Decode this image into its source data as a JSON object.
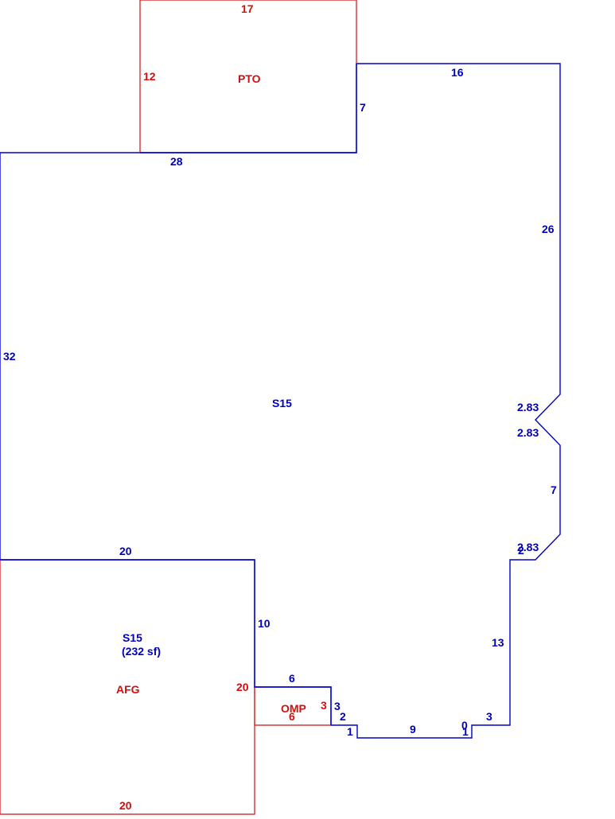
{
  "colors": {
    "main": "#0000cc",
    "addition": "#d01010"
  },
  "areas": {
    "main": {
      "code": "S15"
    },
    "pto": {
      "code": "PTO",
      "dims": {
        "top": "17",
        "left": "12"
      }
    },
    "afg": {
      "code": "AFG",
      "sub_code": "S15",
      "sub_area": "(232 sf)",
      "dims": {
        "right": "20",
        "bottom": "20"
      }
    },
    "omp": {
      "code": "OMP",
      "dims": {
        "right": "3",
        "bottom": "6"
      }
    }
  },
  "dimensions": {
    "top_step": "16",
    "pto_right": "7",
    "pto_bottom": "28",
    "left_wall": "32",
    "right_upper": "26",
    "bay_a": "2.83",
    "bay_b": "2.83",
    "right_mid": "7",
    "bay_c": "2.83",
    "notch_2": "2",
    "right_lower": "13",
    "step_3": "3",
    "small_0": "0",
    "small_1b": "1",
    "bottom_9": "9",
    "small_1a": "1",
    "step_2": "2",
    "omp_3": "3",
    "omp_top": "6",
    "afg_right": "10",
    "afg_top": "20"
  }
}
